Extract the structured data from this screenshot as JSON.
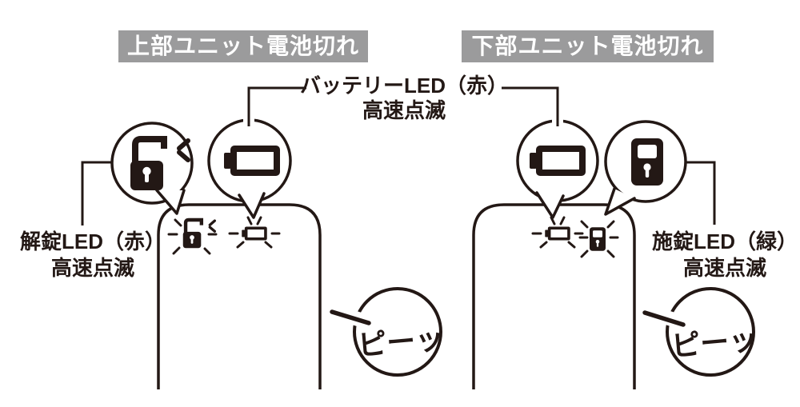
{
  "scene": {
    "left_panel": {
      "header": "上部ユニット電池切れ",
      "unlock_callout": {
        "line1": "解錠LED（赤）",
        "line2": "高速点滅"
      },
      "beep": "ピーッ"
    },
    "right_panel": {
      "header": "下部ユニット電池切れ",
      "lock_callout": {
        "line1": "施錠LED（緑）",
        "line2": "高速点滅"
      },
      "beep": "ピーッ"
    },
    "battery_callout": {
      "line1": "バッテリーLED（赤）",
      "line2": "高速点滅"
    }
  },
  "icons": {
    "left_bubble_1": "unlock-icon",
    "left_bubble_2": "battery-icon",
    "right_bubble_1": "battery-icon",
    "right_bubble_2": "lock-icon",
    "sound": "beep-sound-bubble"
  },
  "colors": {
    "ink": "#231815",
    "badge_bg": "#9b9b9c",
    "badge_text": "#ffffff",
    "bg": "#ffffff"
  }
}
